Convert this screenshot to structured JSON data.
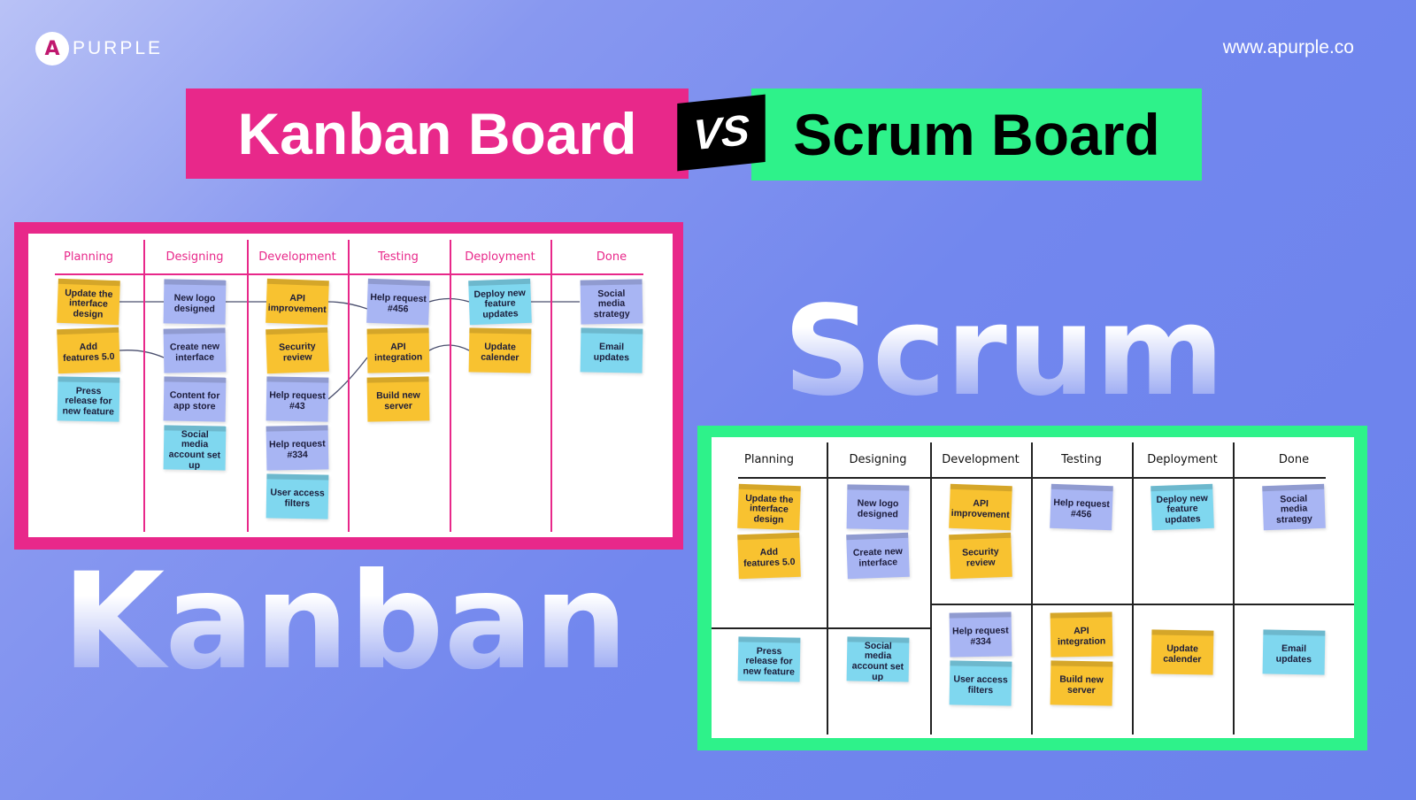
{
  "brand": {
    "logo_text": "PURPLE",
    "url": "www.apurple.co"
  },
  "title": {
    "left": "Kanban Board",
    "vs": "VS",
    "right": "Scrum Board"
  },
  "background_words": {
    "kanban": "Kanban",
    "scrum": "Scrum"
  },
  "colors": {
    "kanban_accent": "#e8288a",
    "scrum_accent": "#2ef28a",
    "yellow_note": "#f8c230",
    "lavender_note": "#a8b5f3",
    "cyan_note": "#7fd7ef"
  },
  "kanban": {
    "columns": [
      "Planning",
      "Designing",
      "Development",
      "Testing",
      "Deployment",
      "Done"
    ],
    "notes": [
      {
        "text": "Update the interface design",
        "color": "yellow"
      },
      {
        "text": "Add features 5.0",
        "color": "yellow"
      },
      {
        "text": "Press release for new feature",
        "color": "cyan"
      },
      {
        "text": "New logo designed",
        "color": "lav"
      },
      {
        "text": "Create new interface",
        "color": "lav"
      },
      {
        "text": "Content for app store",
        "color": "lav"
      },
      {
        "text": "Social media account set up",
        "color": "cyan"
      },
      {
        "text": "API improvement",
        "color": "yellow"
      },
      {
        "text": "Security review",
        "color": "yellow"
      },
      {
        "text": "Help request #43",
        "color": "lav"
      },
      {
        "text": "Help request #334",
        "color": "lav"
      },
      {
        "text": "User access filters",
        "color": "cyan"
      },
      {
        "text": "Help request #456",
        "color": "lav"
      },
      {
        "text": "API integration",
        "color": "yellow"
      },
      {
        "text": "Build new server",
        "color": "yellow"
      },
      {
        "text": "Deploy new feature updates",
        "color": "cyan"
      },
      {
        "text": "Update calender",
        "color": "yellow"
      },
      {
        "text": "Social media strategy",
        "color": "lav"
      },
      {
        "text": "Email updates",
        "color": "cyan"
      }
    ]
  },
  "scrum": {
    "columns": [
      "Planning",
      "Designing",
      "Development",
      "Testing",
      "Deployment",
      "Done"
    ],
    "notes": [
      {
        "text": "Update the interface design",
        "color": "yellow"
      },
      {
        "text": "Add features 5.0",
        "color": "yellow"
      },
      {
        "text": "Press release for new feature",
        "color": "cyan"
      },
      {
        "text": "New logo designed",
        "color": "lav"
      },
      {
        "text": "Create new interface",
        "color": "lav"
      },
      {
        "text": "Social media account set up",
        "color": "cyan"
      },
      {
        "text": "API improvement",
        "color": "yellow"
      },
      {
        "text": "Security review",
        "color": "yellow"
      },
      {
        "text": "Help request #334",
        "color": "lav"
      },
      {
        "text": "User access filters",
        "color": "cyan"
      },
      {
        "text": "Help request #456",
        "color": "lav"
      },
      {
        "text": "API integration",
        "color": "yellow"
      },
      {
        "text": "Build new server",
        "color": "yellow"
      },
      {
        "text": "Deploy new feature updates",
        "color": "cyan"
      },
      {
        "text": "Update calender",
        "color": "yellow"
      },
      {
        "text": "Social media strategy",
        "color": "lav"
      },
      {
        "text": "Email updates",
        "color": "cyan"
      }
    ]
  }
}
